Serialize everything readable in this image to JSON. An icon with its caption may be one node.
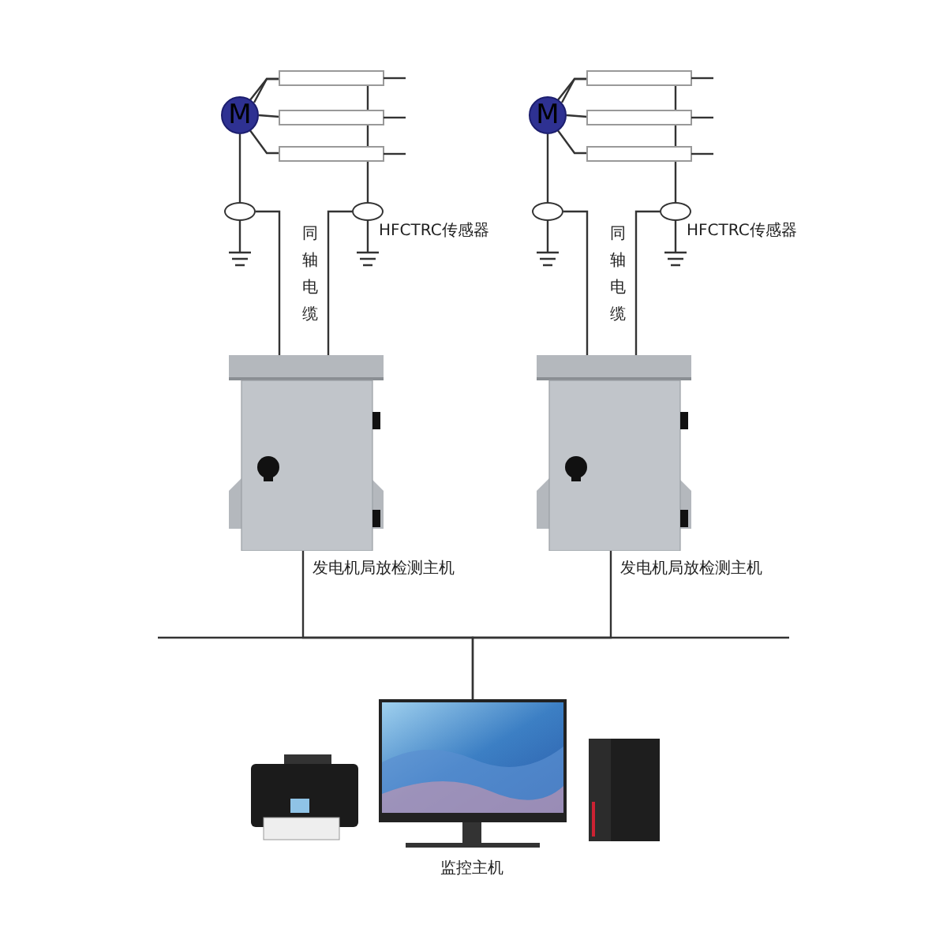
{
  "diagram": {
    "nodes": [
      {
        "text": [
          "M"
        ]
      },
      {
        "text": [],
        "shape": "circle"
      },
      {
        "text": [],
        "shape": "circle",
        "beside": [
          "HFCTRC传感器"
        ]
      },
      {
        "text": [],
        "shape": "box",
        "beside": [
          "发电机局放检测主机"
        ]
      },
      {
        "text": [
          "M"
        ]
      },
      {
        "text": [],
        "shape": "circle"
      },
      {
        "text": [],
        "shape": "circle",
        "beside": [
          "HFCTRC传感器"
        ]
      },
      {
        "text": [],
        "shape": "box",
        "beside": [
          "发电机局放检测主机"
        ]
      },
      {
        "text": [],
        "shape": "picture",
        "beside": [
          "监控主机"
        ]
      },
      {
        "text": [],
        "shape": "picture"
      },
      {
        "text": [],
        "shape": "picture"
      }
    ],
    "edges": [
      {
        "from": 0,
        "to": 1,
        "arrow": "none"
      },
      {
        "from": 0,
        "to": 2,
        "arrow": "none"
      },
      {
        "from": 1,
        "to": 3,
        "arrow": "none"
      },
      {
        "from": 2,
        "to": 3,
        "arrow": "none"
      },
      {
        "from": 4,
        "to": 5,
        "arrow": "none"
      },
      {
        "from": 4,
        "to": 6,
        "arrow": "none"
      },
      {
        "from": 5,
        "to": 7,
        "arrow": "none"
      },
      {
        "from": 6,
        "to": 7,
        "arrow": "none"
      },
      {
        "from": 3,
        "to": 8,
        "arrow": "none"
      },
      {
        "from": 7,
        "to": 8,
        "arrow": "none"
      }
    ],
    "labels": [
      "同轴电缆",
      "同轴电缆"
    ]
  }
}
